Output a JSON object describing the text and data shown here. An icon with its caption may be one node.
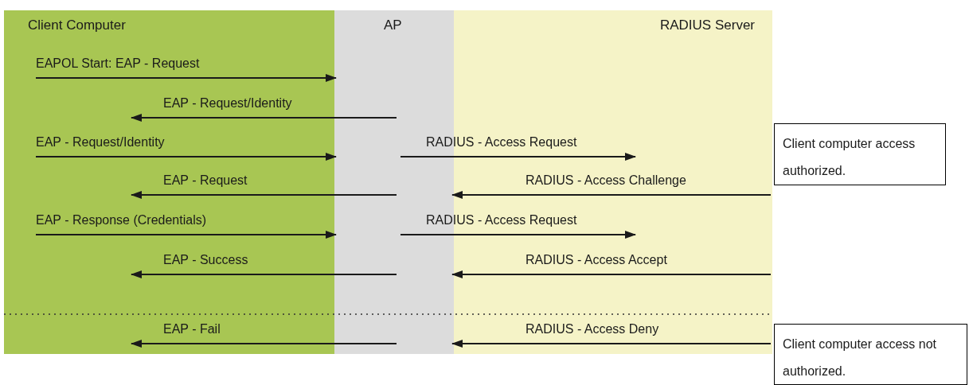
{
  "diagram": {
    "nodes": [
      {
        "text": [
          "Client Computer"
        ]
      },
      {
        "text": [
          "AP"
        ]
      },
      {
        "text": [
          "RADIUS Server"
        ]
      },
      {
        "text": [
          "Client computer access authorized."
        ]
      },
      {
        "text": [
          "Client computer access not authorized."
        ]
      }
    ],
    "edges": [
      {
        "from": 0,
        "to": 1,
        "arrow": "to",
        "label": "EAPOL Start: EAP - Request"
      },
      {
        "from": 1,
        "to": 0,
        "arrow": "to",
        "label": "EAP - Request/Identity"
      },
      {
        "from": 0,
        "to": 1,
        "arrow": "to",
        "label": "EAP - Request/Identity"
      },
      {
        "from": 1,
        "to": 2,
        "arrow": "to",
        "label": "RADIUS - Access Request"
      },
      {
        "from": 1,
        "to": 0,
        "arrow": "to",
        "label": "EAP - Request"
      },
      {
        "from": 2,
        "to": 1,
        "arrow": "to",
        "label": "RADIUS - Access Challenge"
      },
      {
        "from": 0,
        "to": 1,
        "arrow": "to",
        "label": "EAP - Response (Credentials)"
      },
      {
        "from": 1,
        "to": 2,
        "arrow": "to",
        "label": "RADIUS - Access Request"
      },
      {
        "from": 1,
        "to": 0,
        "arrow": "to",
        "label": "EAP - Success"
      },
      {
        "from": 2,
        "to": 1,
        "arrow": "to",
        "label": "RADIUS - Access Accept"
      },
      {
        "from": 1,
        "to": 0,
        "arrow": "to",
        "label": "EAP - Fail"
      },
      {
        "from": 2,
        "to": 1,
        "arrow": "to",
        "label": "RADIUS - Access Deny"
      }
    ]
  }
}
